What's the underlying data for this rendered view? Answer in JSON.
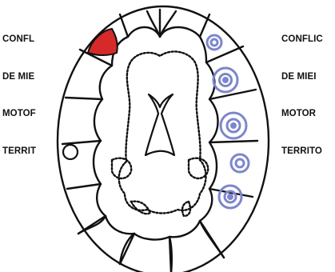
{
  "labels": {
    "left": [
      "CONFL",
      "DE MIE",
      "MOTOF",
      "TERRIT"
    ],
    "right": [
      "CONFLIC",
      "DE MIEI",
      "MOTOR",
      "TERRITO"
    ]
  },
  "colors": {
    "outline": "#111111",
    "highlight_red": "#d62a2a",
    "target_blue": "#7d86cc",
    "background": "#ffffff"
  }
}
